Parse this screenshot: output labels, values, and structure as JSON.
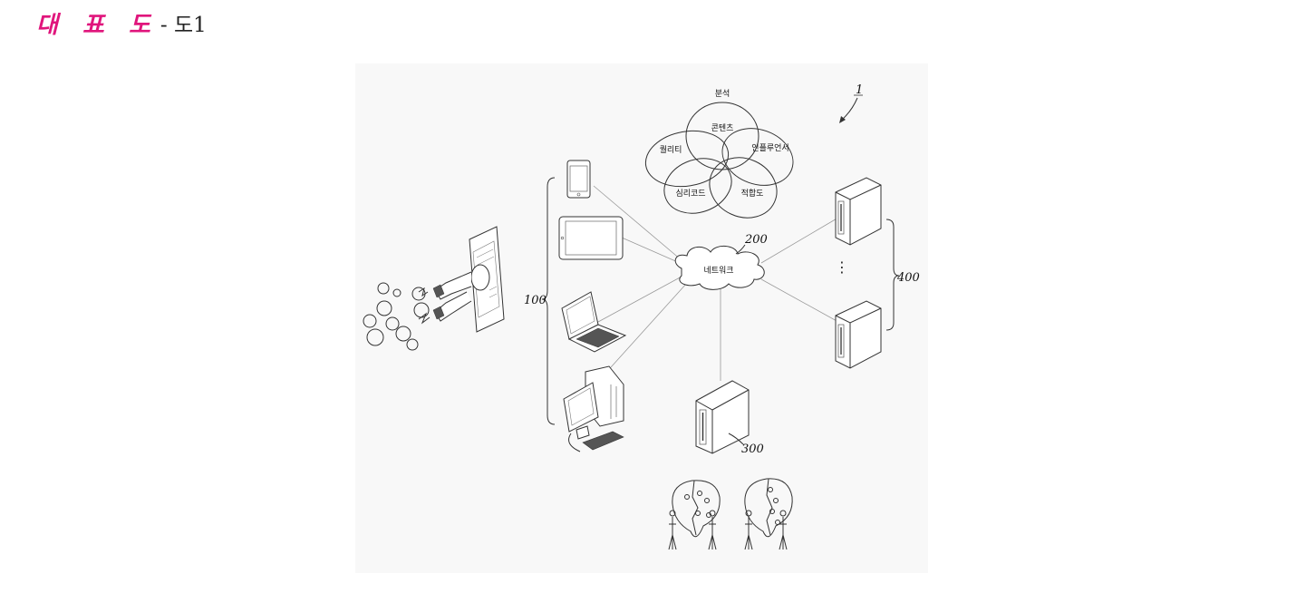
{
  "header": {
    "title": "대 표 도",
    "subtitle": "- 도1"
  },
  "diagram": {
    "system_ref": "1",
    "network": {
      "label": "네트워크",
      "ref": "200"
    },
    "devices_ref": "100",
    "server_ref": "300",
    "servers_ref": "400",
    "ellipsis": "⋮",
    "venn": {
      "top": "분석",
      "center": "콘텐츠",
      "left": "퀄리티",
      "right": "인플루언서",
      "bottom_left": "심리코드",
      "bottom_right": "적합도"
    }
  }
}
